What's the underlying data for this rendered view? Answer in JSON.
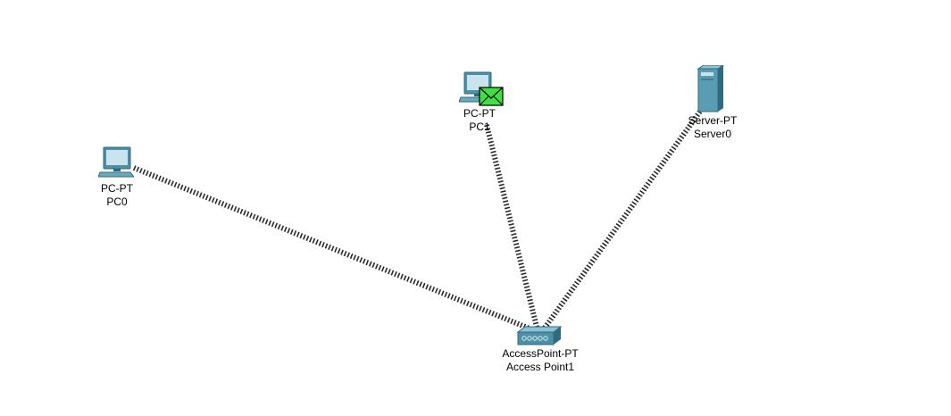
{
  "devices": {
    "pc0": {
      "model": "PC-PT",
      "name": "PC0",
      "icon": "pc-icon"
    },
    "pc1": {
      "model": "PC-PT",
      "name": "PC1",
      "icon": "pc-icon"
    },
    "server0": {
      "model": "Server-PT",
      "name": "Server0",
      "icon": "server-icon"
    },
    "ap1": {
      "model": "AccessPoint-PT",
      "name": "Access Point1",
      "icon": "access-point-icon"
    }
  },
  "links": [
    {
      "from": "PC0",
      "to": "Access Point1",
      "type": "wireless"
    },
    {
      "from": "PC1",
      "to": "Access Point1",
      "type": "wireless"
    },
    {
      "from": "Server0",
      "to": "Access Point1",
      "type": "wireless"
    }
  ],
  "pdu": {
    "icon": "envelope-icon",
    "at": "PC1"
  },
  "colors": {
    "link": "#2a2a2a",
    "device": "#4c8fa6",
    "device_dark": "#2f6a80",
    "screen": "#c9e4ef",
    "pdu": "#3fe03f"
  }
}
